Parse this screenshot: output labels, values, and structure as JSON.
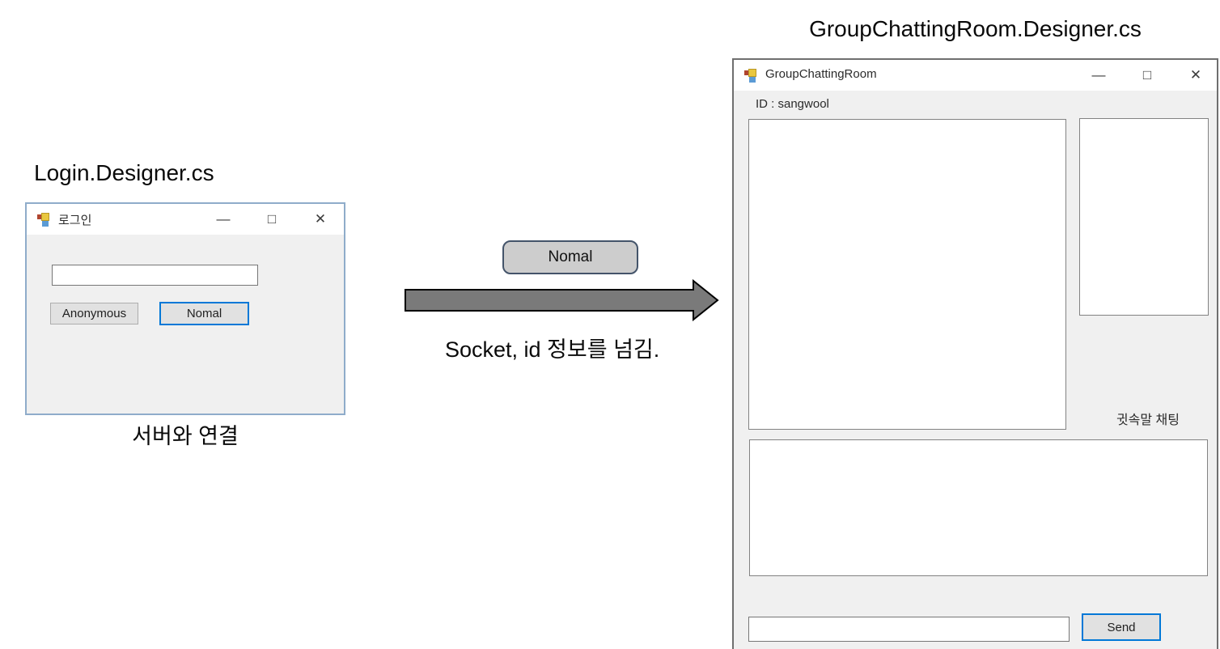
{
  "left_panel": {
    "title": "Login.Designer.cs",
    "caption": "서버와 연결",
    "window": {
      "title": "로그인",
      "input_value": "",
      "anonymous_button": "Anonymous",
      "nomal_button": "Nomal"
    }
  },
  "middle": {
    "badge_label": "Nomal",
    "arrow_caption": "Socket, id 정보를 넘김."
  },
  "right_panel": {
    "title": "GroupChattingRoom.Designer.cs",
    "window": {
      "title": "GroupChattingRoom",
      "id_label": "ID : sangwool",
      "whisper_label": "귓속말 채팅",
      "message_input_value": "",
      "send_button": "Send"
    }
  },
  "icons": {
    "minimize": "—",
    "maximize": "□",
    "close": "✕"
  },
  "colors": {
    "window_bg": "#f0f0f0",
    "titlebar_bg": "#ffffff",
    "login_window_border": "#8facca",
    "chat_window_border": "#6f6f6f",
    "focus_button_border": "#0078d7",
    "button_bg": "#e1e1e1",
    "badge_border": "#44546a",
    "badge_bg": "#cdcdcd",
    "arrow_fill": "#7a7a7a",
    "arrow_stroke": "#000000"
  }
}
